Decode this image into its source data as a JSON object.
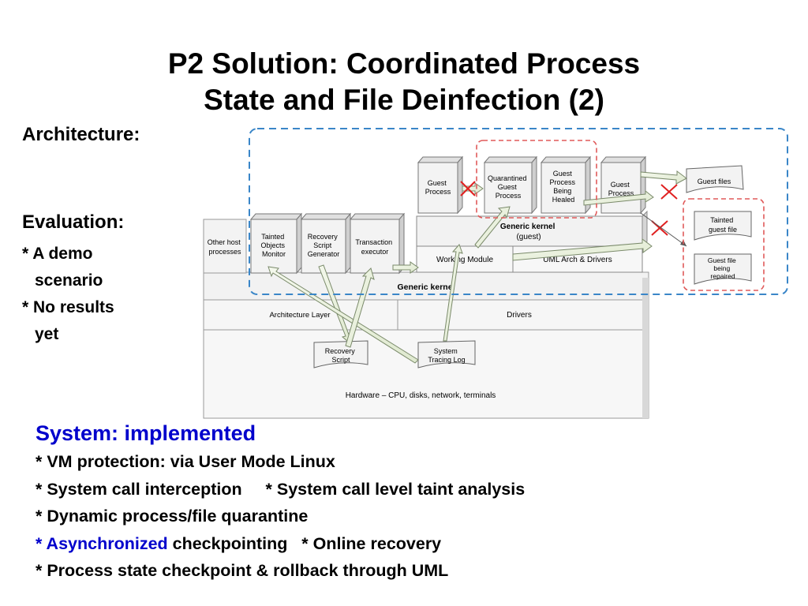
{
  "title": {
    "line1": "P2 Solution: Coordinated Process",
    "line2": "State and File Deinfection (2)"
  },
  "left": {
    "architecture": "Architecture:",
    "evaluation": "Evaluation:",
    "bullets": [
      "* A demo",
      "scenario",
      "* No results",
      "yet"
    ]
  },
  "diagram": {
    "guest_process_1": [
      "Guest",
      "Process"
    ],
    "quarantined": [
      "Quarantined",
      "Guest",
      "Process"
    ],
    "healed": [
      "Guest",
      "Process",
      "Being",
      "Healed"
    ],
    "guest_process_2": [
      "Guest",
      "Process"
    ],
    "guest_files": "Guest files",
    "tainted_file": [
      "Tainted",
      "guest file"
    ],
    "repaired_file": [
      "Guest file",
      "being",
      "repaired"
    ],
    "generic_kernel_guest": [
      "Generic kernel",
      "(guest)"
    ],
    "working_module": "Working Module",
    "uml_arch": "UML Arch & Drivers",
    "other_host": [
      "Other host",
      "processes"
    ],
    "tainted_objects": [
      "Tainted",
      "Objects",
      "Monitor"
    ],
    "recovery_generator": [
      "Recovery",
      "Script",
      "Generator"
    ],
    "transaction_executor": [
      "Transaction",
      "executor"
    ],
    "generic_kernel": "Generic kernel",
    "architecture_layer": "Architecture Layer",
    "drivers": "Drivers",
    "recovery_script": [
      "Recovery",
      "Script"
    ],
    "tracing_log": [
      "System",
      "Tracing Log"
    ],
    "hardware": "Hardware  –  CPU, disks, network, terminals"
  },
  "bottom": {
    "system": "System: implemented",
    "l1": "* VM protection: via User Mode Linux",
    "l2": "* System call interception     * System call level taint analysis",
    "l3": "* Dynamic process/file quarantine",
    "l4_blue": "* Asynchronized",
    "l4_rest": " checkpointing   * Online recovery",
    "l5": "* Process state checkpoint & rollback through UML"
  },
  "colors": {
    "accent_blue": "#0000cc",
    "dashed_blue": "#3a86c8",
    "dashed_red": "#e05a5a",
    "cross_red": "#e02020"
  }
}
